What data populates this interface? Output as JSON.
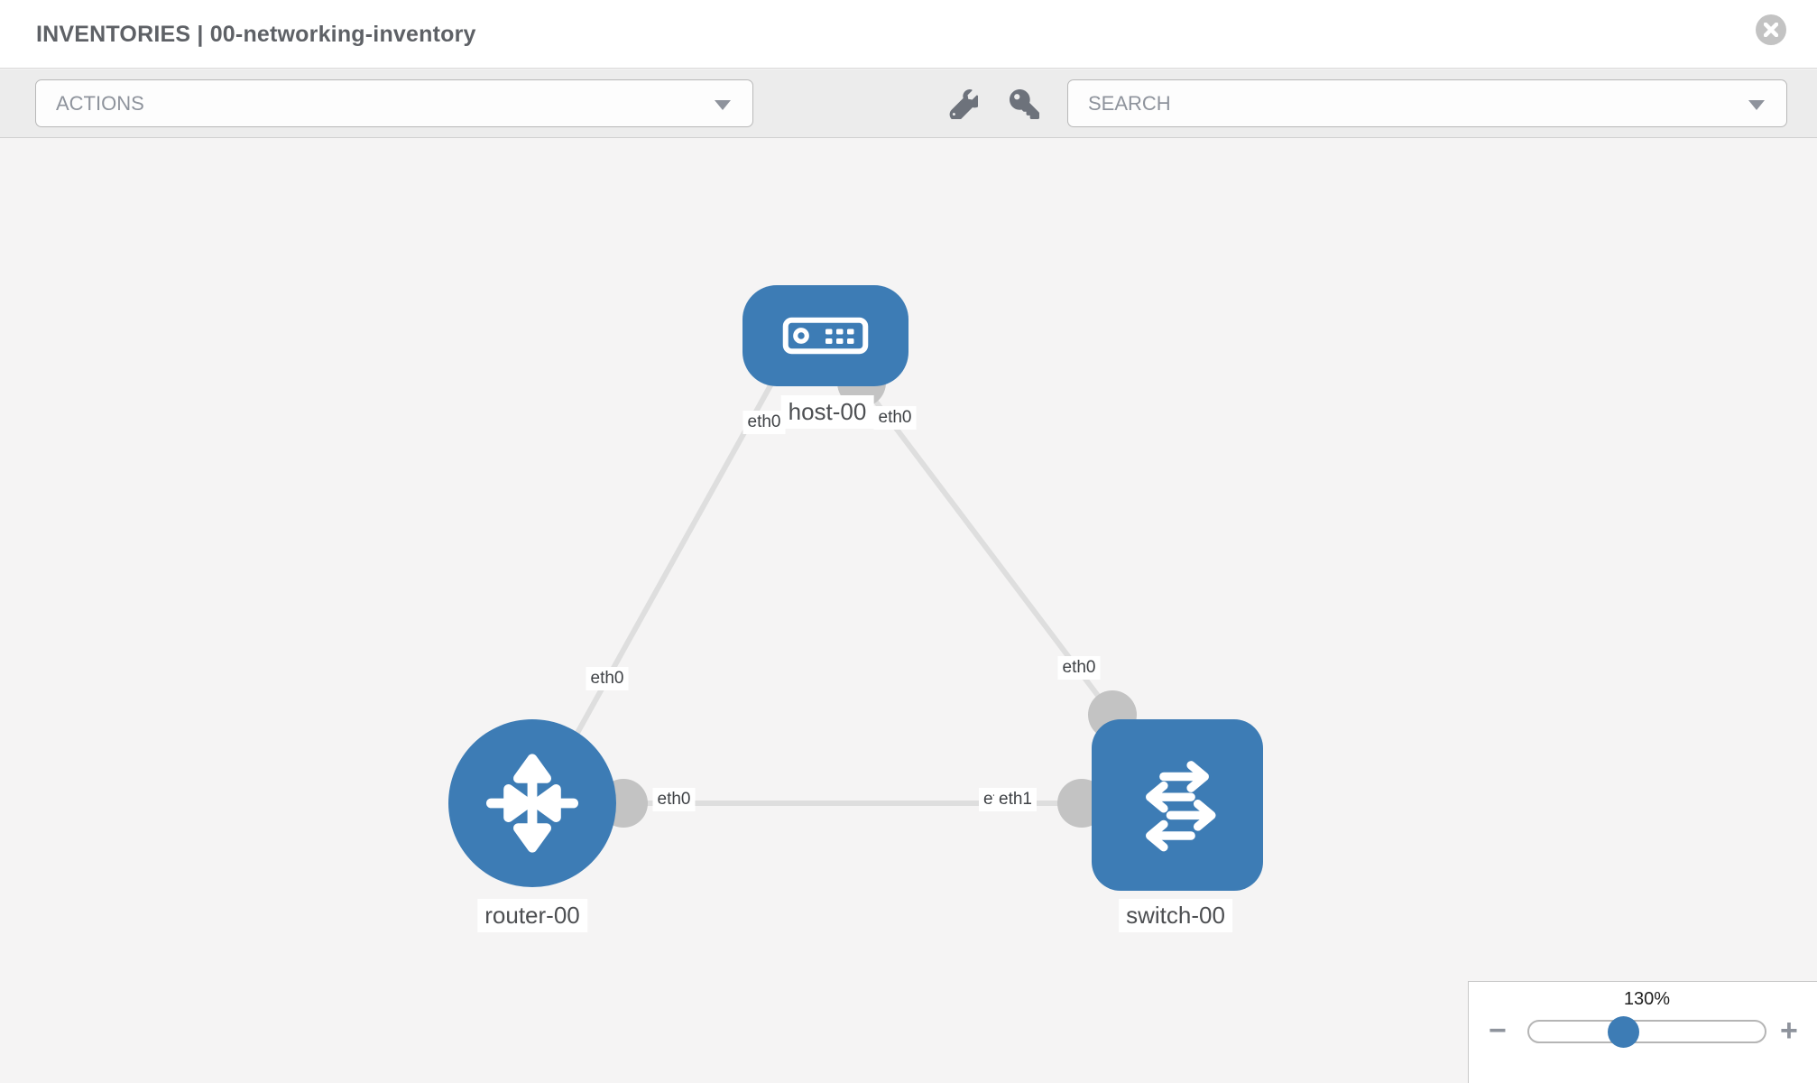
{
  "header": {
    "title": "INVENTORIES | 00-networking-inventory"
  },
  "toolbar": {
    "actions_label": "ACTIONS",
    "search_placeholder": "SEARCH",
    "icons": [
      "wrench-icon",
      "key-icon"
    ]
  },
  "topology": {
    "nodes": [
      {
        "id": "host-00",
        "type": "host",
        "shape": "rounded-rect",
        "label": "host-00"
      },
      {
        "id": "router-00",
        "type": "router",
        "shape": "circle",
        "label": "router-00"
      },
      {
        "id": "switch-00",
        "type": "switch",
        "shape": "rounded-square",
        "label": "switch-00"
      }
    ],
    "links": [
      {
        "from": "host-00",
        "from_iface": "eth0",
        "to": "router-00",
        "to_iface": "eth0"
      },
      {
        "from": "host-00",
        "from_iface": "eth0",
        "to": "switch-00",
        "to_iface": "eth0"
      },
      {
        "from": "router-00",
        "from_iface": "eth0",
        "to": "switch-00",
        "to_iface": "eth1"
      }
    ],
    "iface_labels": {
      "host_left": "eth0",
      "host_right": "eth0",
      "router_top": "eth0",
      "router_right": "eth0",
      "switch_top": "eth0",
      "switch_left_back": "eth0",
      "switch_left_front": "eth1"
    }
  },
  "zoom_control": {
    "level": "130%",
    "minus_label": "−",
    "plus_label": "+"
  },
  "colors": {
    "node_blue": "#3d7cb5",
    "link_gray": "#dedede",
    "dot_gray": "#c3c3c3",
    "canvas_bg": "#f5f4f4",
    "toolbar_bg": "#ececec",
    "muted_text": "#8e939c"
  }
}
